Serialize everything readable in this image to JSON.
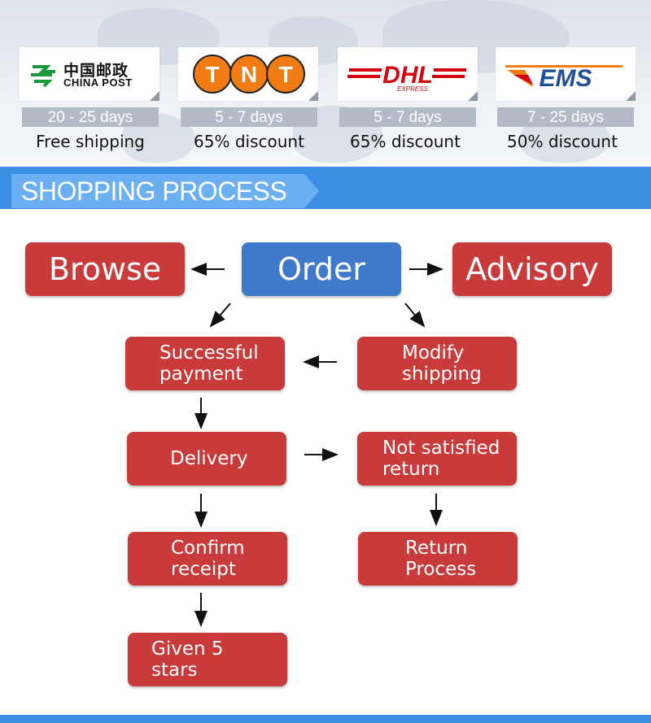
{
  "shipping_carriers": [
    {
      "name": "China Post",
      "logo_cn": "中国邮政",
      "logo_en": "CHINA POST",
      "days": "20 - 25 days",
      "note": "Free shipping"
    },
    {
      "name": "TNT",
      "logo_text": "TNT",
      "days": "5 - 7 days",
      "note": "65% discount"
    },
    {
      "name": "DHL",
      "logo_text": "DHL",
      "logo_sub": "EXPRESS",
      "days": "5 - 7 days",
      "note": "65% discount"
    },
    {
      "name": "EMS",
      "logo_text": "EMS",
      "days": "7 - 25 days",
      "note": "50% discount"
    }
  ],
  "banner": {
    "title": "SHOPPING PROCESS"
  },
  "process": {
    "browse": "Browse",
    "order": "Order",
    "advisory": "Advisory",
    "successful_payment": "Successful\npayment",
    "modify_shipping": "Modify\nshipping",
    "delivery": "Delivery",
    "not_satisfied": "Not satisfied\nreturn",
    "confirm_receipt": "Confirm\nreceipt",
    "return_process": "Return\nProcess",
    "given_stars": "Given 5 stars"
  },
  "colors": {
    "box_red": "#c93a3a",
    "box_blue": "#3f79c9",
    "banner_blue": "#3b8fe4",
    "tnt_orange": "#f07c13",
    "dhl_red": "#d40511",
    "ems_blue": "#1f4e9a",
    "china_post_green": "#1a9a3a"
  }
}
